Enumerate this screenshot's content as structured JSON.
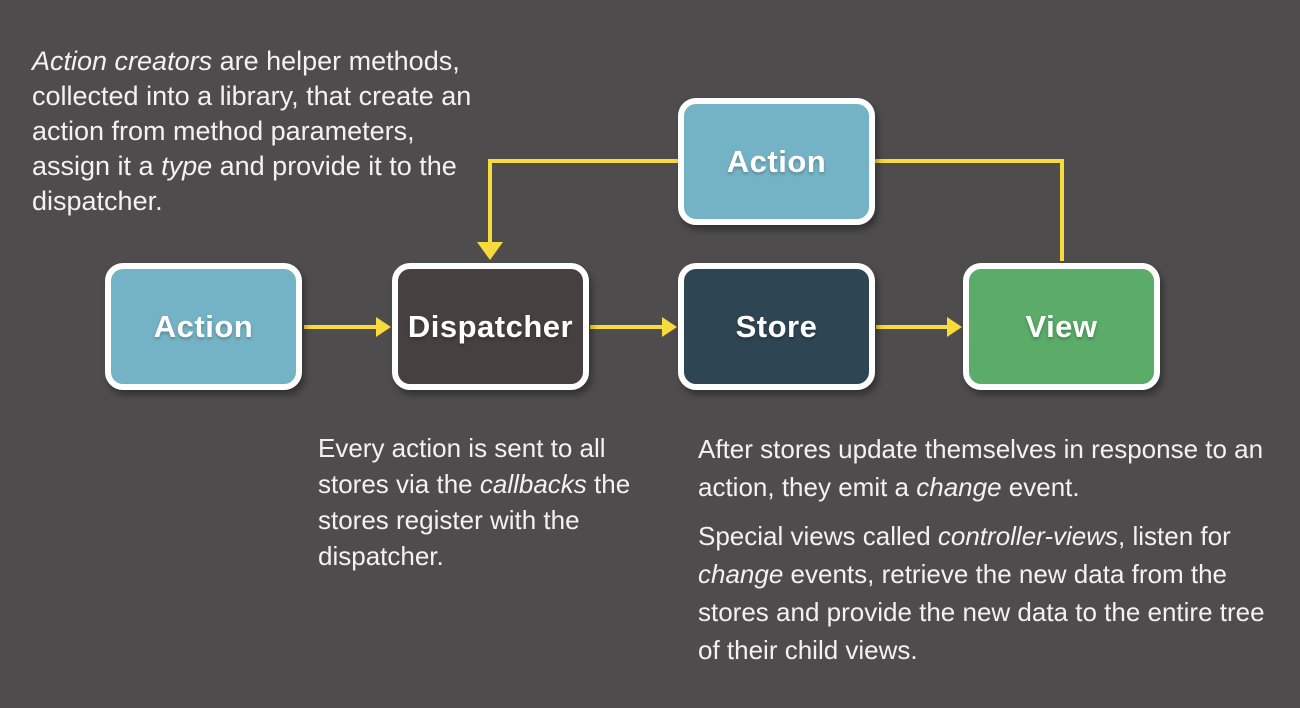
{
  "title": "Flux data flow diagram",
  "colors": {
    "background": "#4e4c4d",
    "arrow": "#f8da3c",
    "node_border": "#ffffff",
    "body_text": "#f3f1f1",
    "node_action_fill": "#74b3c5",
    "node_dispatcher_fill": "#464041",
    "node_store_fill": "#2e4553",
    "node_view_fill": "#5aac68"
  },
  "nodes": {
    "action_top": {
      "label": "Action"
    },
    "action": {
      "label": "Action"
    },
    "dispatcher": {
      "label": "Dispatcher"
    },
    "store": {
      "label": "Store"
    },
    "view": {
      "label": "View"
    }
  },
  "annotations": {
    "intro": {
      "segments": [
        {
          "t": "Action creators",
          "italic": true
        },
        {
          "t": " are helper methods, collected into a library, that create an action from method parameters, assign it a ",
          "italic": false
        },
        {
          "t": "type",
          "italic": true
        },
        {
          "t": " and provide it to the dispatcher.",
          "italic": false
        }
      ]
    },
    "dispatcher_note": {
      "segments": [
        {
          "t": "Every action is sent to all stores via the ",
          "italic": false
        },
        {
          "t": "callbacks",
          "italic": true
        },
        {
          "t": " the stores register with the dispatcher.",
          "italic": false
        }
      ]
    },
    "store_note_p1": {
      "segments": [
        {
          "t": "After stores update themselves in response to an action, they emit a ",
          "italic": false
        },
        {
          "t": "change",
          "italic": true
        },
        {
          "t": " event.",
          "italic": false
        }
      ]
    },
    "store_note_p2": {
      "segments": [
        {
          "t": "Special views called ",
          "italic": false
        },
        {
          "t": "controller-views",
          "italic": true
        },
        {
          "t": ", listen for ",
          "italic": false
        },
        {
          "t": "change",
          "italic": true
        },
        {
          "t": " events, retrieve the new data from the stores and provide the new data to the entire tree of their child views.",
          "italic": false
        }
      ]
    }
  }
}
